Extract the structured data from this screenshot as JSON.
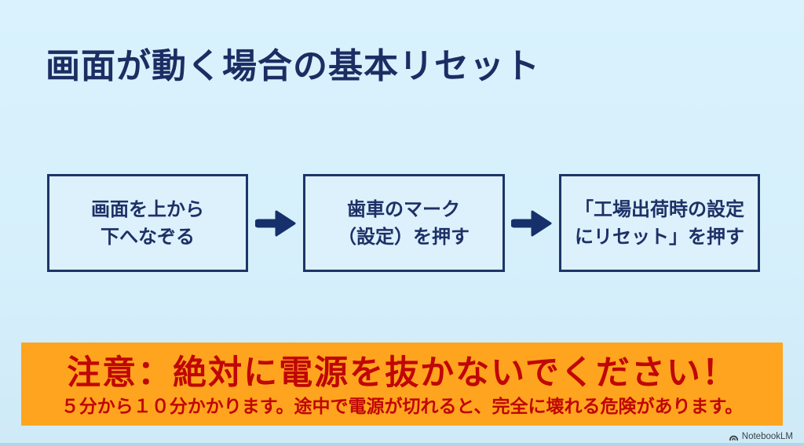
{
  "colors": {
    "background_blue": "#D6EFFB",
    "navy_accent": "#1D3566",
    "banner_orange": "#FFA41E",
    "warning_red": "#C00606",
    "bottom_strip_blue": "#AED7EB"
  },
  "title": "画面が動く場合の基本リセット",
  "flow": {
    "steps": [
      {
        "lines": [
          "画面を上から",
          "下へなぞる"
        ]
      },
      {
        "lines": [
          "歯車のマーク",
          "（設定）を押す"
        ]
      },
      {
        "lines": [
          "「工場出荷時の設定",
          "にリセット」を押す"
        ]
      }
    ]
  },
  "warning": {
    "headline": "注意：絶対に電源を抜かないでください！",
    "detail": "５分から１０分かかります。途中で電源が切れると、完全に壊れる危険があります。"
  },
  "watermark": {
    "label": "NotebookLM"
  }
}
